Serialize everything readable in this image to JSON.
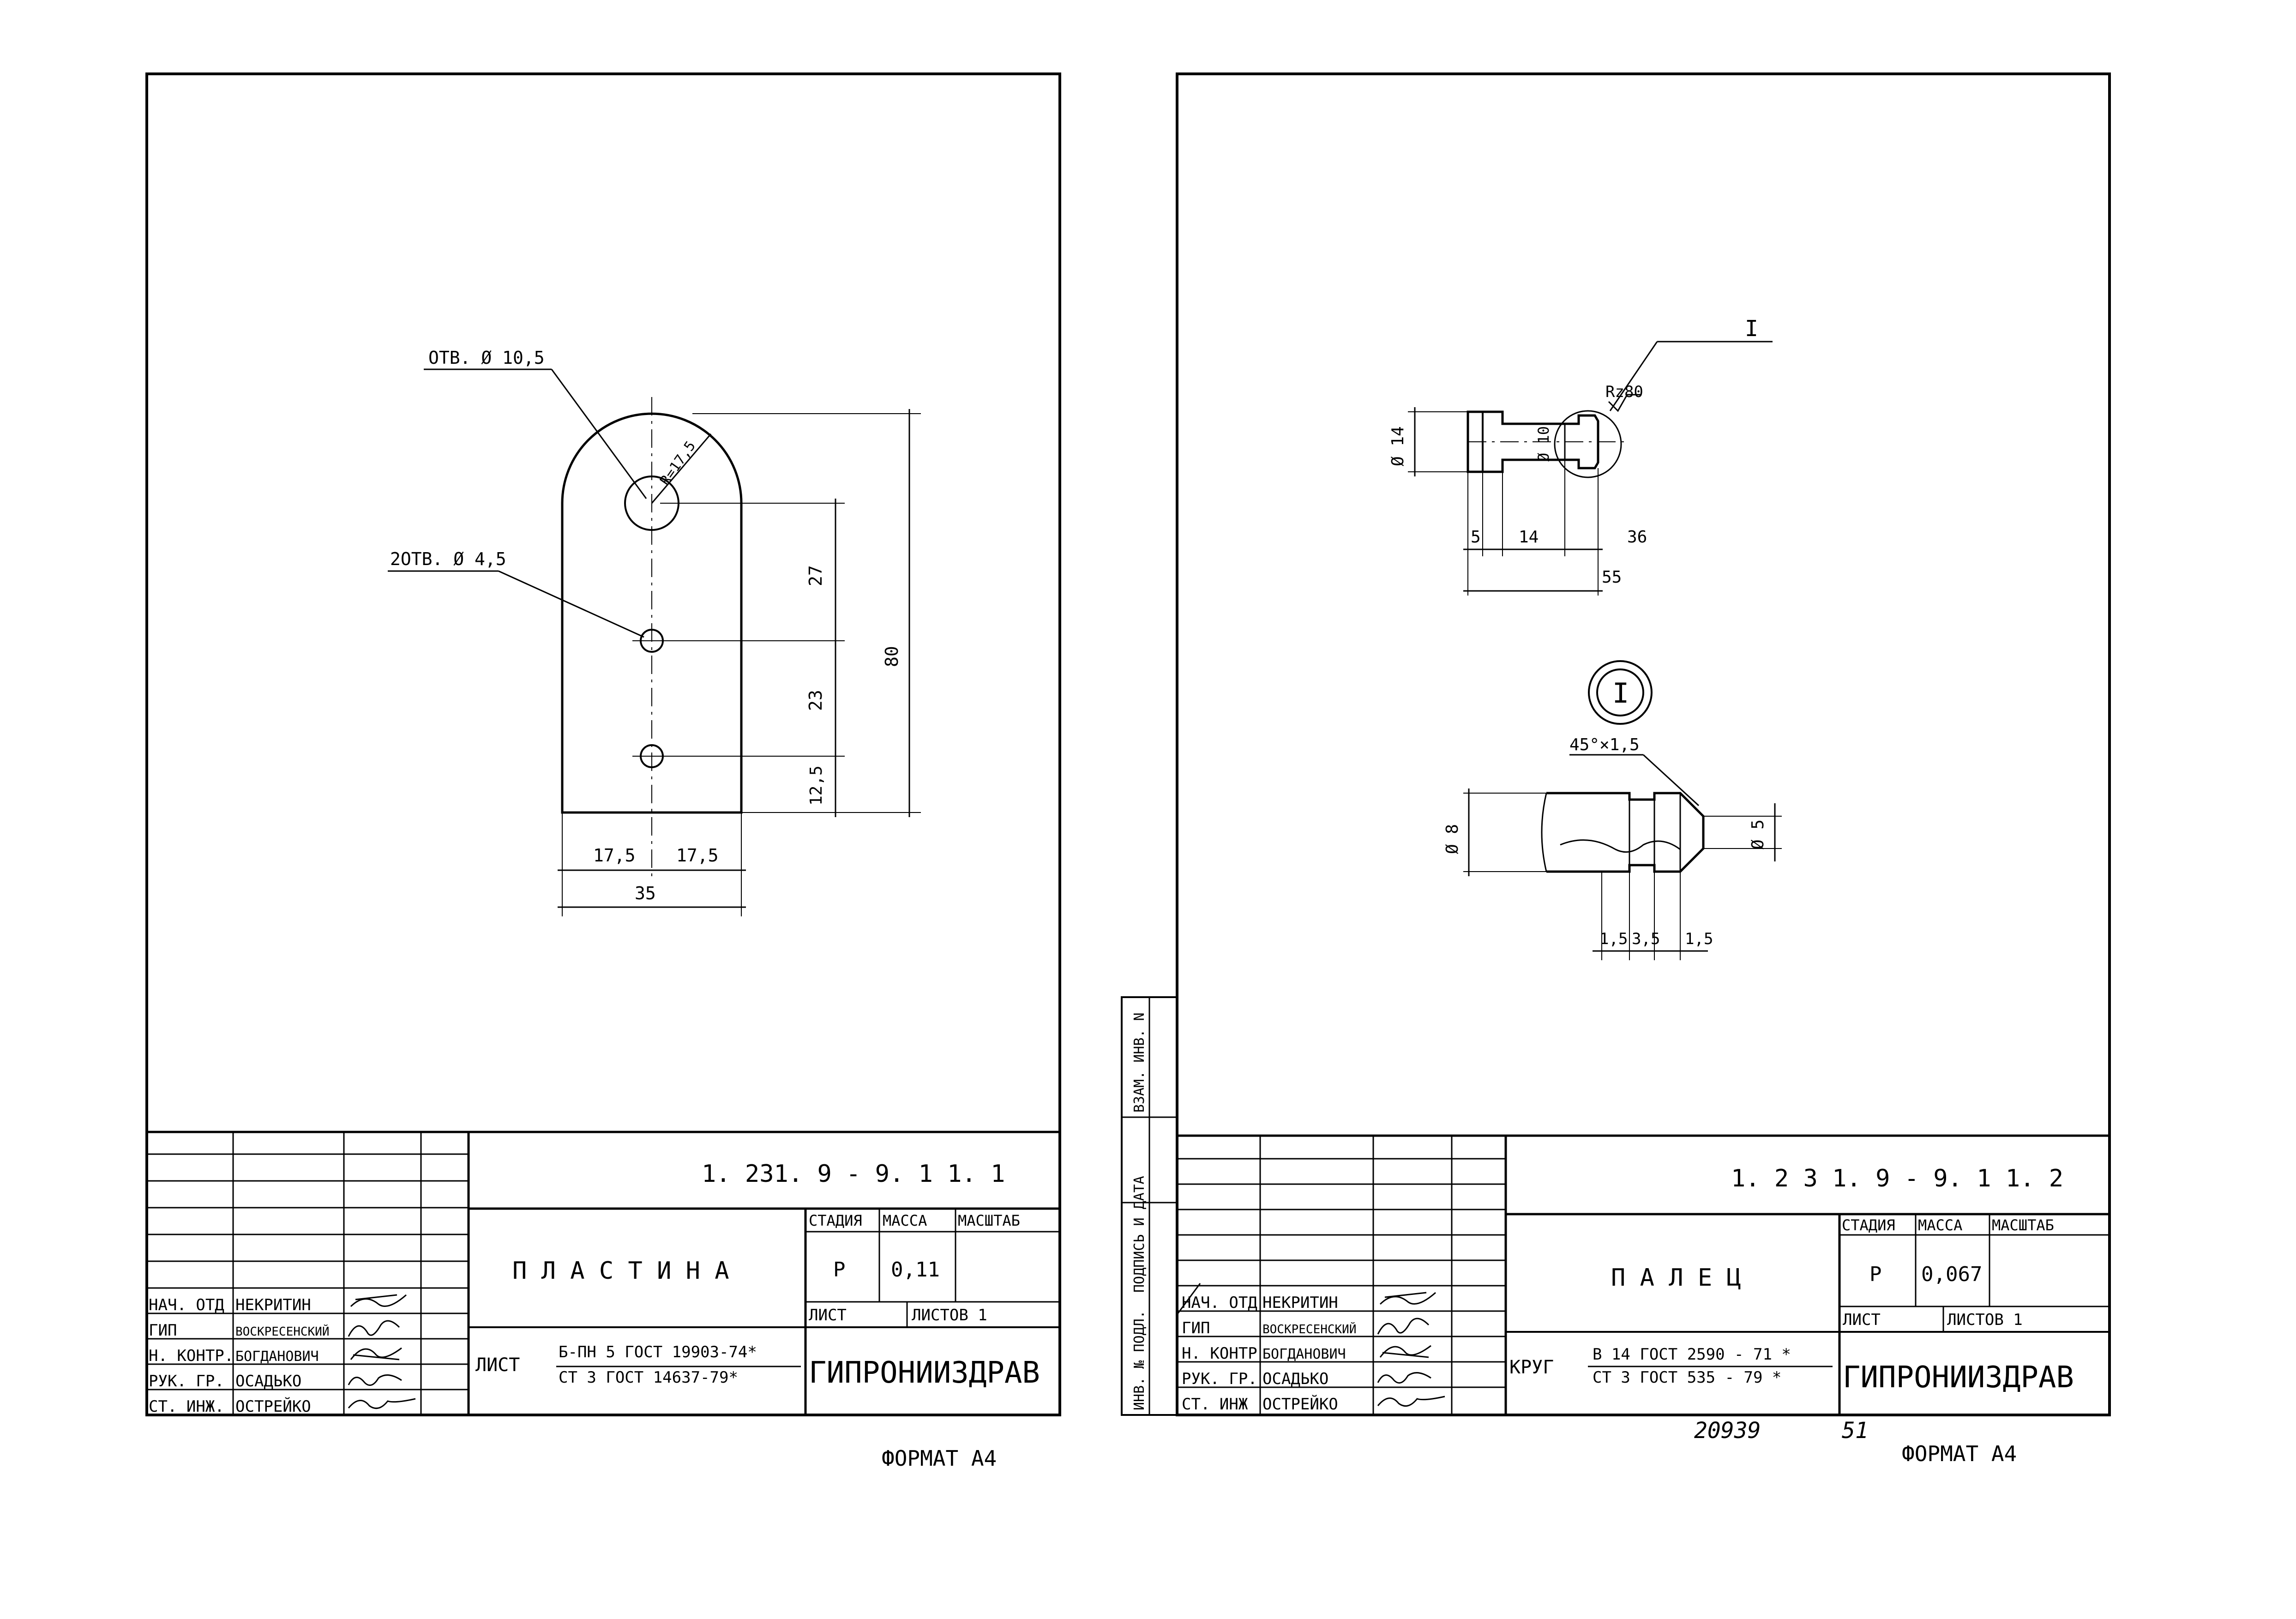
{
  "left": {
    "callouts": {
      "hole_big": "ОТВ. Ø 10,5",
      "holes_small": "2ОТВ. Ø 4,5",
      "radius": "R=17,5"
    },
    "dims": {
      "d27": "27",
      "d23": "23",
      "d12": "12,5",
      "d80": "80",
      "d17a": "17,5",
      "d17b": "17,5",
      "d35": "35"
    },
    "title_block": {
      "code": "1. 231. 9 - 9. 1  1. 1",
      "part_name": "П Л А С Т И Н А",
      "col_stage": "СТАДИЯ",
      "col_mass": "МАССА",
      "col_scale": "МАСШТАБ",
      "stage": "Р",
      "mass": "0,11",
      "sheet": "ЛИСТ",
      "sheets": "ЛИСТОВ   1",
      "mat_label": "ЛИСТ",
      "mat_top": "Б-ПН 5 ГОСТ 19903-74*",
      "mat_bot": "СТ 3    ГОСТ 14637-79*",
      "org": "ГИПРОНИИЗДРАВ",
      "roles": [
        "НАЧ. ОТД",
        "ГИП",
        "Н. КОНТР.",
        "РУК. ГР.",
        "СТ. ИНЖ."
      ],
      "names": [
        "НЕКРИТИН",
        "ВОСКРЕСЕНСКИЙ",
        "БОГДАНОВИЧ",
        "ОСАДЬКО",
        "ОСТРЕЙКО"
      ]
    },
    "format": "ФОРМАТ А4"
  },
  "right": {
    "view_label": "I",
    "rough": "Rz80",
    "dims": {
      "d14": "Ø 14",
      "d10": "Ø 10",
      "d5": "5",
      "d14b": "14",
      "d36": "36",
      "d55": "55"
    },
    "detail": {
      "marker": "I",
      "chamfer": "45°×1,5",
      "d8": "Ø 8",
      "d5": "Ø 5",
      "w1": "1,5",
      "w2": "3,5",
      "w3": "1,5"
    },
    "title_block": {
      "code": "1. 2 3 1. 9 - 9. 1  1. 2",
      "part_name": "П А Л Е Ц",
      "col_stage": "СТАДИЯ",
      "col_mass": "МАССА",
      "col_scale": "МАСШТАБ",
      "stage": "Р",
      "mass": "0,067",
      "sheet": "ЛИСТ",
      "sheets": "ЛИСТОВ   1",
      "mat_label": "КРУГ",
      "mat_top": "В 14  ГОСТ 2590 - 71 *",
      "mat_bot": "СТ 3  ГОСТ 535 - 79 *",
      "org": "ГИПРОНИИЗДРАВ",
      "roles": [
        "НАЧ. ОТД",
        "ГИП",
        "Н. КОНТР",
        "РУК. ГР.",
        "СТ. ИНЖ"
      ],
      "names": [
        "НЕКРИТИН",
        "ВОСКРЕСЕНСКИЙ",
        "БОГДАНОВИЧ",
        "ОСАДЬКО",
        "ОСТРЕЙКО"
      ]
    },
    "side_stamp": [
      "ИНВ. № ПОДЛ.",
      "ПОДПИСЬ И ДАТА",
      "ВЗАМ. ИНВ. N"
    ],
    "doc_no": "20939",
    "page_no": "51",
    "format": "ФОРМАТ А4"
  }
}
